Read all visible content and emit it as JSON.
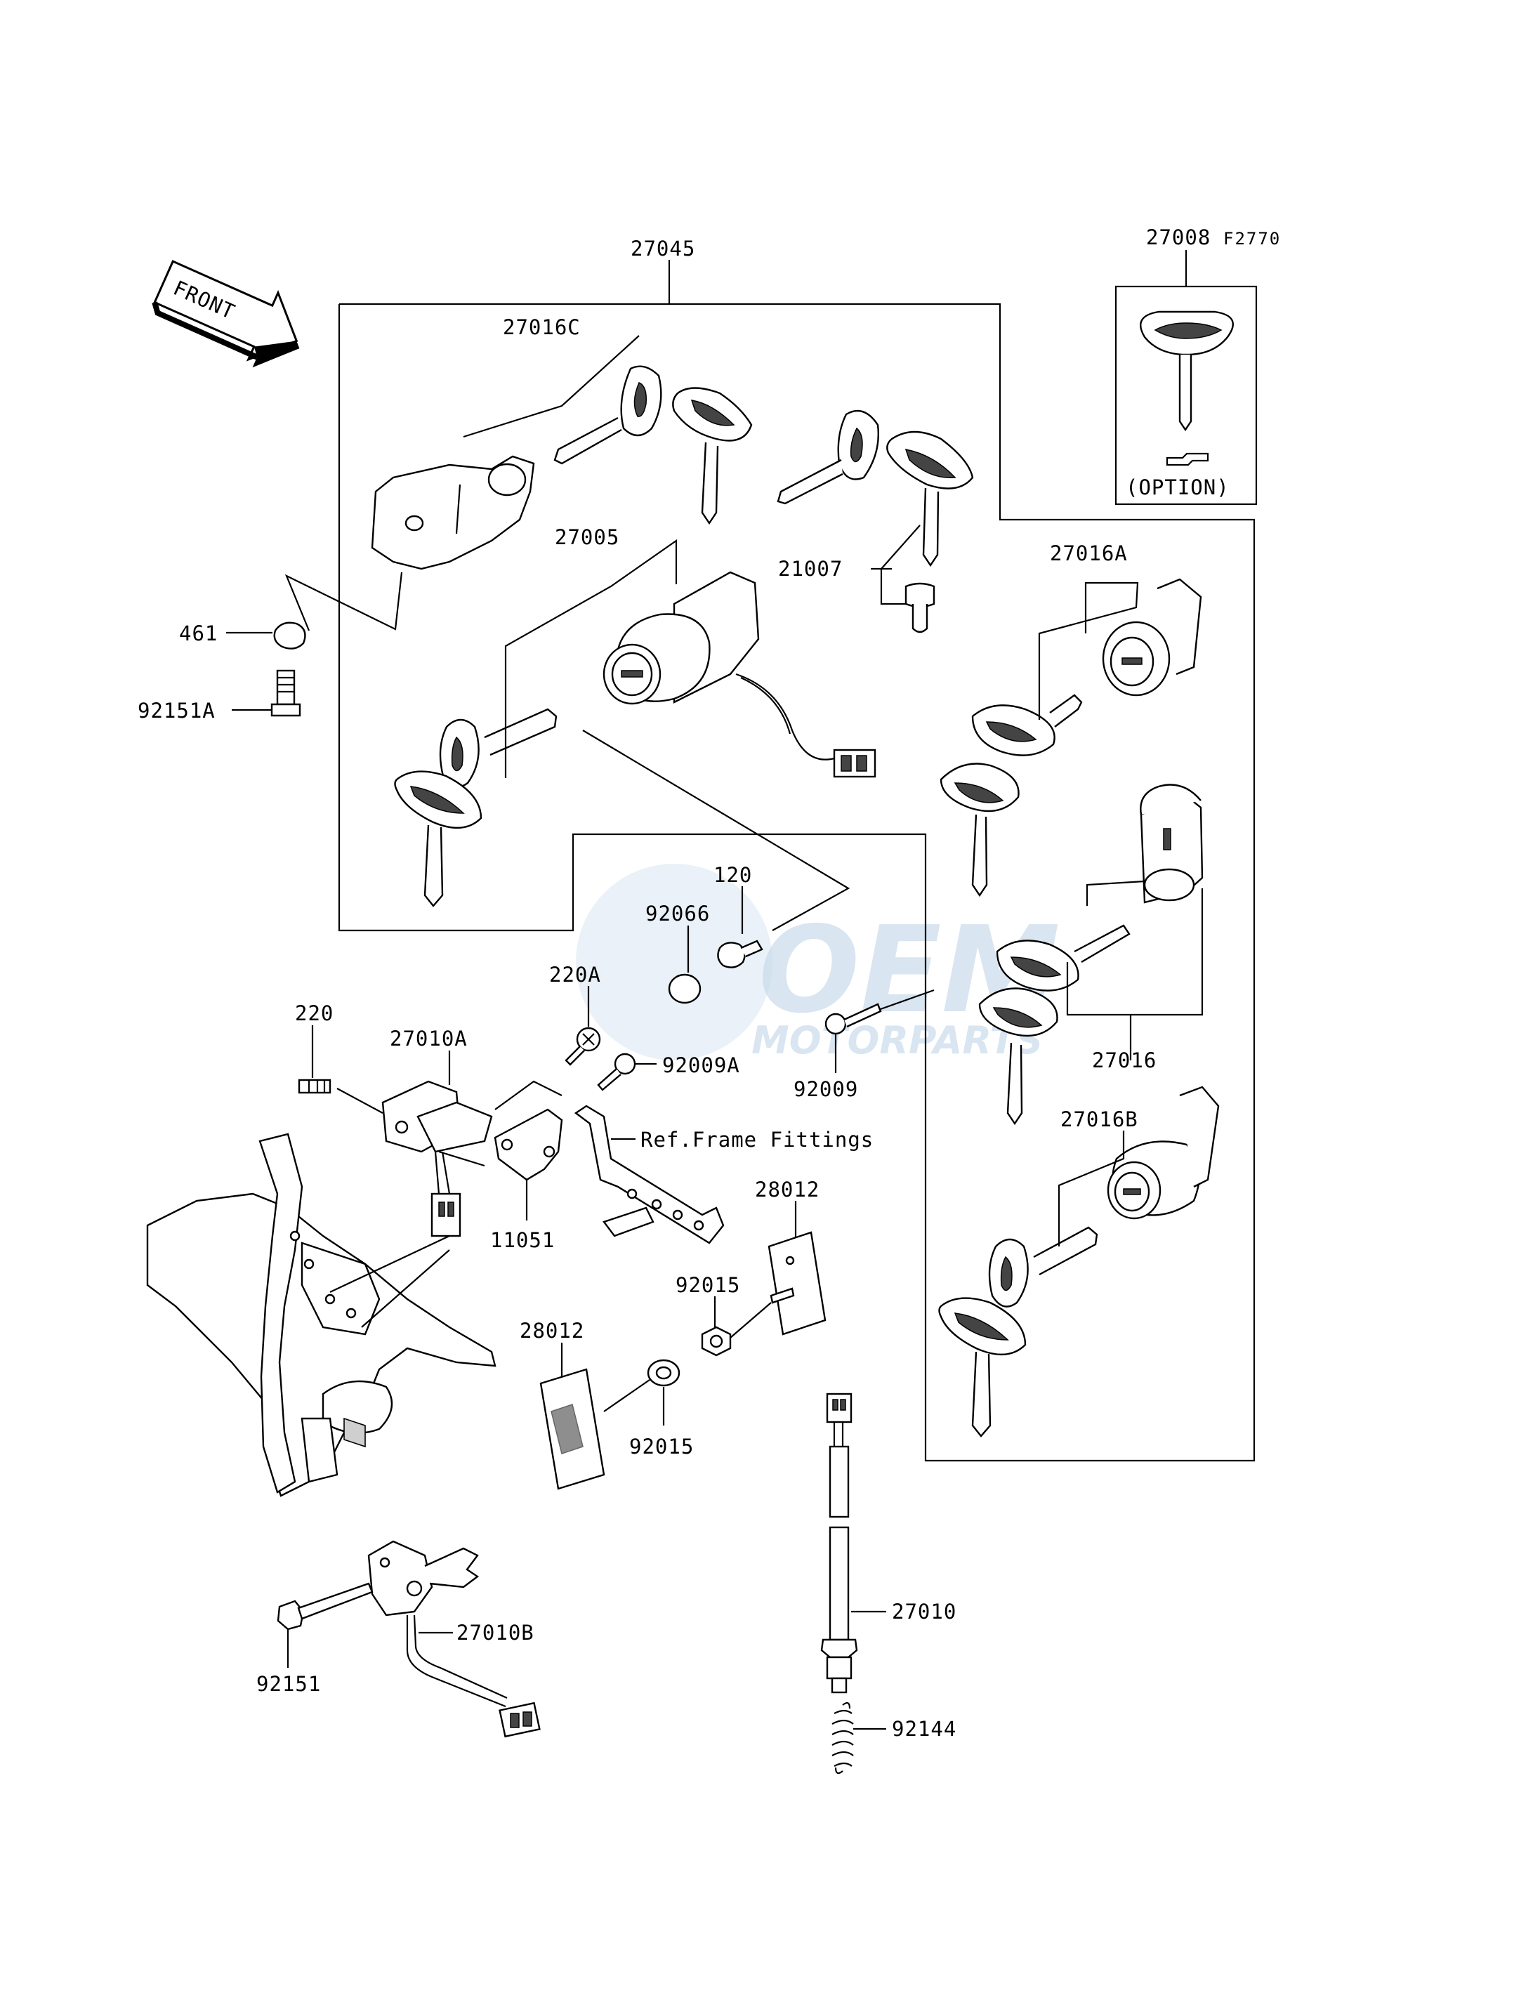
{
  "figure_code": "F2770",
  "front_arrow_label": "FRONT",
  "watermark": {
    "line1": "OEM",
    "line2": "MOTORPARTS"
  },
  "labels": {
    "p27045": "27045",
    "p27008": "27008",
    "option": "(OPTION)",
    "p27016C": "27016C",
    "p27005": "27005",
    "p21007": "21007",
    "p27016A": "27016A",
    "p461": "461",
    "p92151A": "92151A",
    "p120": "120",
    "p92066": "92066",
    "p220A": "220A",
    "p220": "220",
    "p27010A": "27010A",
    "p92009A": "92009A",
    "ref_frame": "Ref.Frame Fittings",
    "p92009": "92009",
    "p27016": "27016",
    "p27016B": "27016B",
    "p11051": "11051",
    "p28012a": "28012",
    "p92015a": "92015",
    "p28012b": "28012",
    "p92015b": "92015",
    "p27010B": "27010B",
    "p92151": "92151",
    "p27010": "27010",
    "p92144": "92144"
  }
}
